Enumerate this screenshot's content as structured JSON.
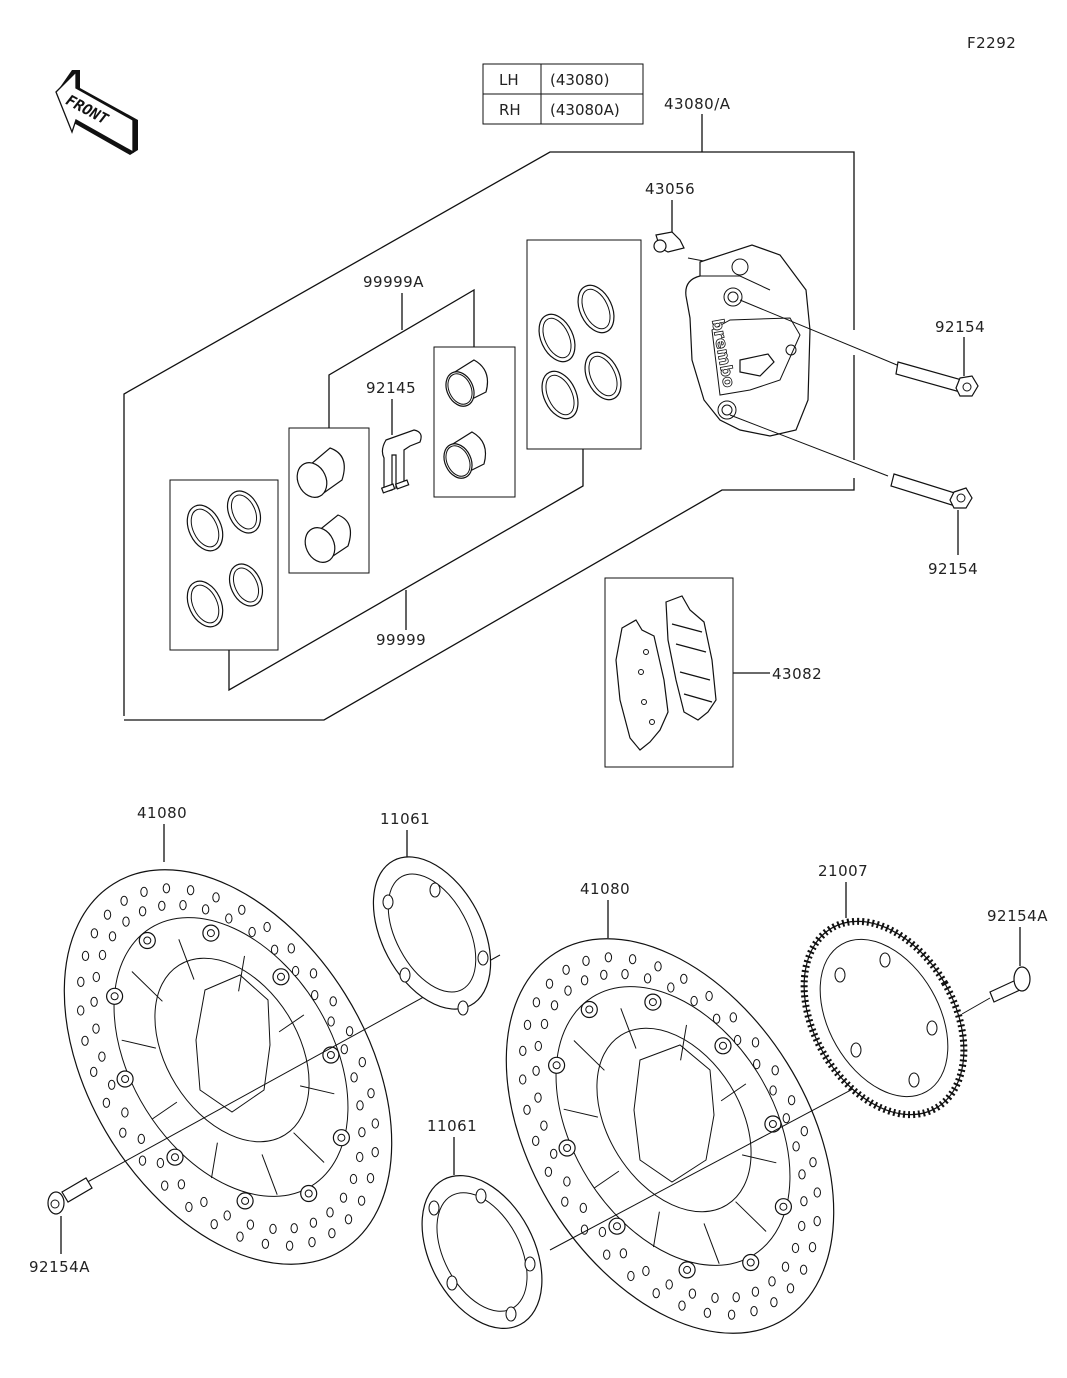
{
  "diagram": {
    "figure_code": "F2292",
    "front_indicator": "FRONT",
    "variant_table": {
      "rows": [
        {
          "side": "LH",
          "part": "(43080)"
        },
        {
          "side": "RH",
          "part": "(43080A)"
        }
      ]
    },
    "callouts": {
      "caliper_assembly": "43080/A",
      "bleeder_valve": "43056",
      "seal_kit_upper": "99999A",
      "pad_spring": "92145",
      "seal_kit_lower": "99999",
      "caliper_bolt_upper": "92154",
      "caliper_bolt_lower": "92154",
      "brake_pads": "43082",
      "disc_left": "41080",
      "shim_left": "11061",
      "disc_right": "41080",
      "abs_rotor": "21007",
      "disc_bolt_right": "92154A",
      "shim_right": "11061",
      "disc_bolt_left": "92154A"
    },
    "caliper_brand_mark": "brembo"
  }
}
